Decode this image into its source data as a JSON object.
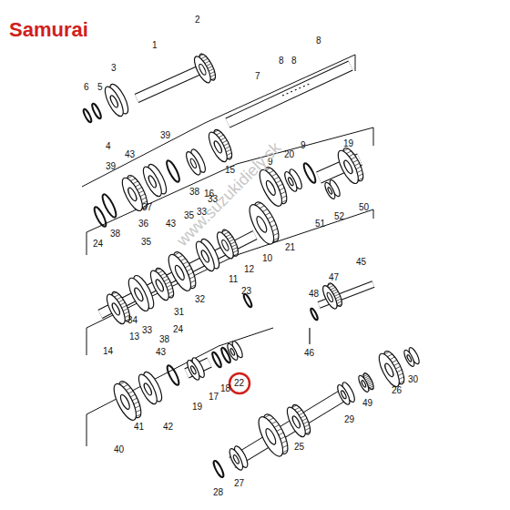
{
  "diagram": {
    "title": "Samurai",
    "labels": [
      "1",
      "2",
      "3",
      "4",
      "5",
      "6",
      "7",
      "8",
      "8",
      "8",
      "39",
      "39",
      "43",
      "37",
      "36",
      "38",
      "38",
      "24",
      "16",
      "15",
      "9",
      "9",
      "20",
      "19",
      "50",
      "52",
      "51",
      "10",
      "21",
      "12",
      "11",
      "33",
      "33",
      "43",
      "35",
      "35",
      "34",
      "32",
      "31",
      "13",
      "33",
      "14",
      "23",
      "22",
      "18",
      "17",
      "19",
      "24",
      "38",
      "43",
      "41",
      "42",
      "40",
      "45",
      "47",
      "48",
      "46",
      "29",
      "49",
      "26",
      "30",
      "25",
      "28",
      "27",
      "www.suzukidiely.sk"
    ]
  }
}
